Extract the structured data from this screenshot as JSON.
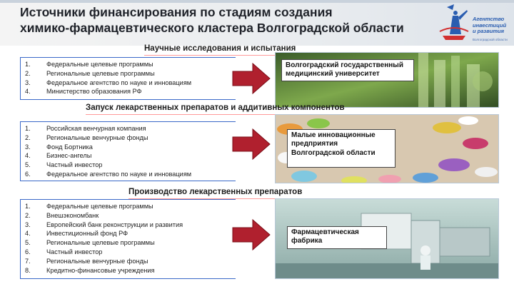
{
  "header": {
    "title_line1": "Источники финансирования по стадиям создания",
    "title_line2": "химико-фармацевтического кластера Волгоградской области",
    "logo": {
      "line1": "Агентство",
      "line2": "инвестиций",
      "line3": "и развития",
      "sub": "Волгоградской области"
    }
  },
  "sections": [
    {
      "heading": "Научные исследования и испытания",
      "items": [
        {
          "num": "1.",
          "text": "Федеральные целевые программы"
        },
        {
          "num": "2.",
          "text": "Региональные целевые программы"
        },
        {
          "num": "3.",
          "text": "Федеральное агентство по науке и инновациям"
        },
        {
          "num": "4.",
          "text": "Министерство образования РФ"
        }
      ],
      "label": "Волгоградский государственный медицинский университет"
    },
    {
      "heading": "Запуск лекарственных препаратов и аддитивных компонентов",
      "items": [
        {
          "num": "1.",
          "text": "Российская венчурная компания"
        },
        {
          "num": "2.",
          "text": "Региональные венчурные фонды"
        },
        {
          "num": "3.",
          "text": "Фонд Бортника"
        },
        {
          "num": "4.",
          "text": "Бизнес-ангелы"
        },
        {
          "num": "5.",
          "text": "Частный инвестор"
        },
        {
          "num": "6.",
          "text": "Федеральное агентство по науке и инновациям"
        }
      ],
      "label": "Малые инновационные предприятия Волгоградской области"
    },
    {
      "heading": "Производство лекарственных препаратов",
      "items": [
        {
          "num": "1.",
          "text": "Федеральные целевые программы"
        },
        {
          "num": "2.",
          "text": "Внешэкономбанк"
        },
        {
          "num": "3.",
          "text": "Европейский банк реконструкции и развития"
        },
        {
          "num": "4.",
          "text": "Инвестиционный фонд РФ"
        },
        {
          "num": "5.",
          "text": "Региональные целевые программы"
        },
        {
          "num": "6.",
          "text": "Частный инвестор"
        },
        {
          "num": "7.",
          "text": "Региональные венчурные фонды"
        },
        {
          "num": "8.",
          "text": "Кредитно-финансовые учреждения"
        }
      ],
      "label": "Фармацевтическая фабрика"
    }
  ],
  "colors": {
    "arrow": "#b0202e",
    "list_border": "#3a68c8",
    "heading_underline": "#ff9a9a"
  },
  "icons": {
    "logo": "volgograd-motherland-statue-logo",
    "arrow": "right-arrow-icon"
  }
}
